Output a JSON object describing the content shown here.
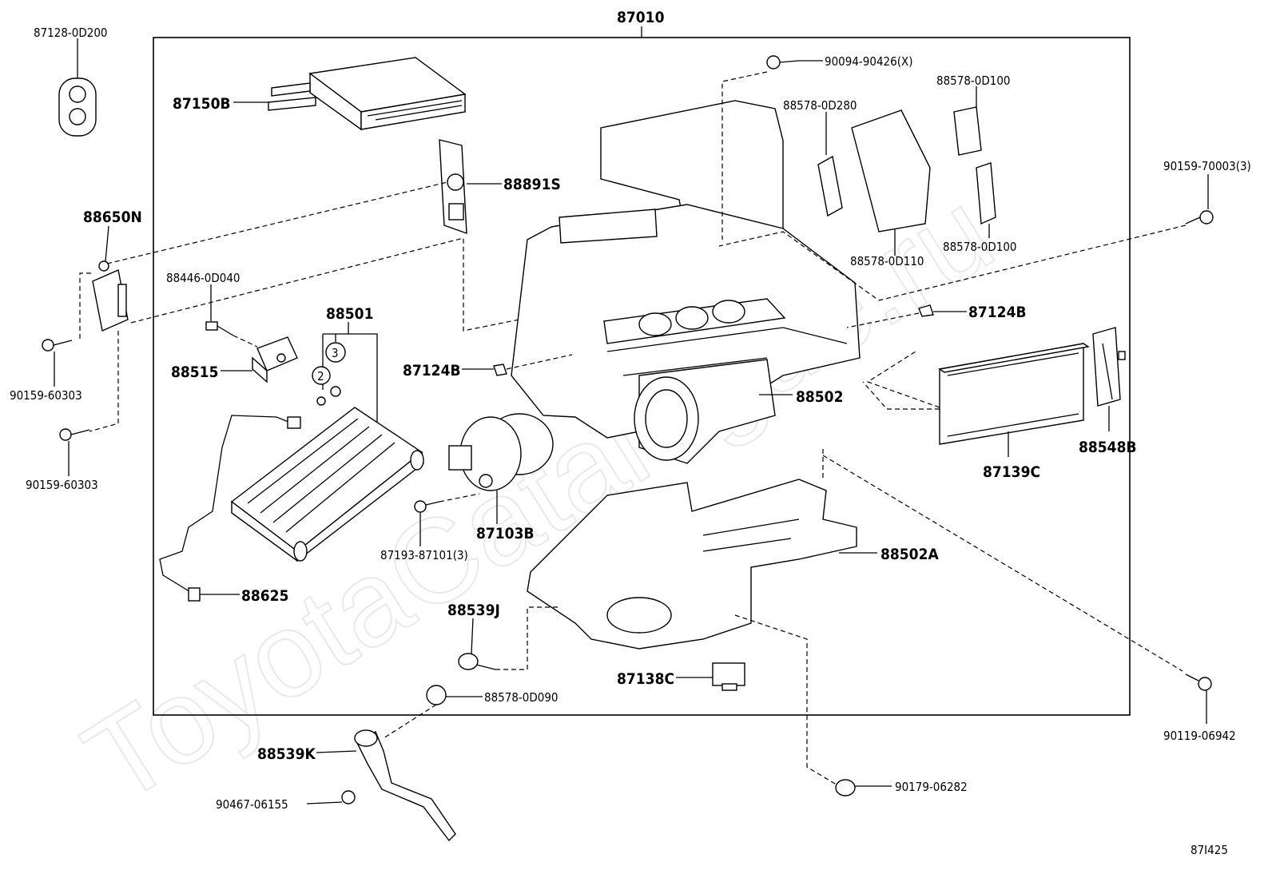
{
  "diagram": {
    "assembly_number": "87010",
    "watermark": "ToyotaCatalogue.ru",
    "figure_code": "87I425",
    "labels": {
      "p87128_0D200": "87128-0D200",
      "p87150B": "87150B",
      "p88891S": "88891S",
      "p88650N": "88650N",
      "p88446_0D040": "88446-0D040",
      "p88501": "88501",
      "p88515": "88515",
      "p90159_60303_a": "90159-60303",
      "p90159_60303_b": "90159-60303",
      "p88625": "88625",
      "p87124B_a": "87124B",
      "p87124B_b": "87124B",
      "p88502": "88502",
      "p87103B": "87103B",
      "p87193_87101": "87193-87101(3)",
      "p90094_90426": "90094-90426(X)",
      "p88578_0D280": "88578-0D280",
      "p88578_0D100_a": "88578-0D100",
      "p88578_0D100_b": "88578-0D100",
      "p88578_0D110": "88578-0D110",
      "p90159_70003": "90159-70003(3)",
      "p87139C": "87139C",
      "p88548B": "88548B",
      "p88502A": "88502A",
      "p88539J": "88539J",
      "p88578_0D090": "88578-0D090",
      "p87138C": "87138C",
      "p88539K": "88539K",
      "p90467_06155": "90467-06155",
      "p90179_06282": "90179-06282",
      "p90119_06942": "90119-06942",
      "circle_2": "2",
      "circle_3": "3"
    }
  }
}
